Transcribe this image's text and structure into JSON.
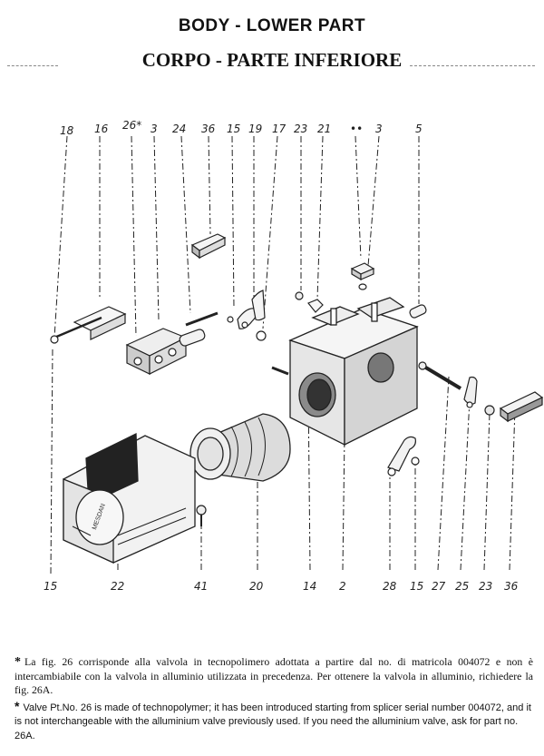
{
  "title": {
    "en": "BODY - LOWER PART",
    "it": "CORPO - PARTE INFERIORE"
  },
  "top_labels": [
    "18",
    "16",
    "26*",
    "3",
    "24",
    "36",
    "15",
    "19",
    "17",
    "23",
    "21",
    "••",
    "3",
    "5"
  ],
  "bottom_labels": [
    "15",
    "22",
    "41",
    "20",
    "14",
    "2",
    "28",
    "15",
    "27",
    "25",
    "23",
    "36"
  ],
  "notes": {
    "it": "La fig. 26 corrisponde alla valvola in tecnopolimero adottata a partire dal no. di matricola 004072 e non è intercambiabile con la valvola in alluminio utilizzata in precedenza. Per ottenere la valvola in alluminio, richiedere la fig. 26A.",
    "en": "Valve Pt.No. 26 is made of technopolymer; it has been introduced starting from splicer serial number 004072, and it is not interchangeable with the alluminium valve previously used. If you need the alluminium valve, ask for part no. 26A.",
    "star": "*"
  },
  "brand_mark": "MESDAN"
}
